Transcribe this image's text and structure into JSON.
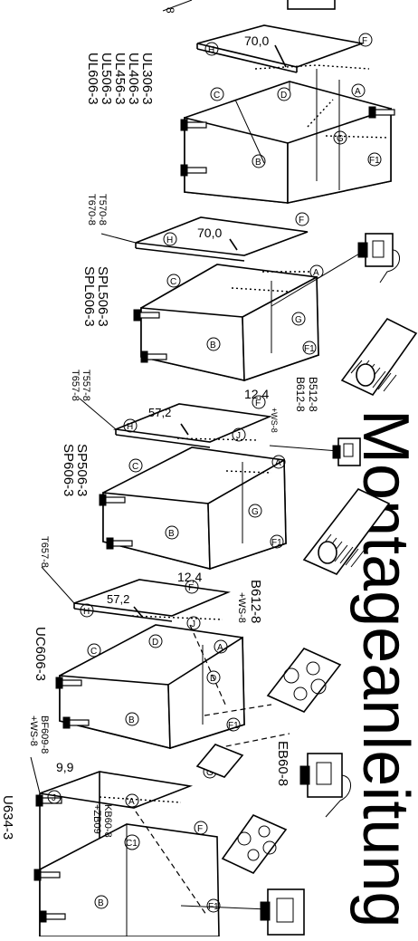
{
  "title": "Montageanleitung",
  "groups": [
    {
      "models": [
        "UL306-3",
        "UL406-3",
        "UL456-3",
        "UL506-3",
        "UL606-3"
      ],
      "dimension": "70,0",
      "labels": {
        "H": "H",
        "F": "F",
        "C": "C",
        "D": "D",
        "A": "A",
        "G": "G",
        "B": "B",
        "F1": "F1"
      },
      "top_code": "8"
    },
    {
      "models": [
        "SPL506-3",
        "SPL606-3"
      ],
      "dimension": "70,0",
      "side_codes": [
        "T570-8",
        "T670-8"
      ],
      "labels": {
        "H": "H",
        "F": "F",
        "C": "C",
        "A": "A",
        "G": "G",
        "B": "B",
        "F1": "F1"
      }
    },
    {
      "models": [
        "SP506-3",
        "SP606-3"
      ],
      "dimension": "57,2",
      "dimension2": "12,4",
      "side_codes": [
        "T557-8",
        "T657-8"
      ],
      "right_codes": [
        "B512-8",
        "B612-8"
      ],
      "ws": "+WS-8",
      "labels": {
        "H": "H",
        "F": "F",
        "C": "C",
        "J": "J",
        "A": "A",
        "G": "G",
        "B": "B",
        "F1": "F1"
      }
    },
    {
      "models": [
        "UC606-3"
      ],
      "dimension": "57,2",
      "dimension2": "12,4",
      "side_codes": [
        "T657-8"
      ],
      "right_codes": [
        "B612-8"
      ],
      "ws": "+WS-8",
      "eb": "EB60-8",
      "labels": {
        "H": "H",
        "F": "F",
        "C": "C",
        "D": "D",
        "J": "J",
        "A": "A",
        "B": "B",
        "F1": "F1",
        "D2": "D",
        "G": "G"
      }
    },
    {
      "models": [
        "U634-3"
      ],
      "dimension": "9,9",
      "side_codes": [
        "BF609-8"
      ],
      "ws": "+WS-8",
      "inner_codes": [
        "KB60-8",
        "+ZB09"
      ],
      "labels": {
        "J": "J",
        "A": "A",
        "C1": "C1",
        "F": "F",
        "B": "B",
        "F1": "F1"
      }
    }
  ]
}
